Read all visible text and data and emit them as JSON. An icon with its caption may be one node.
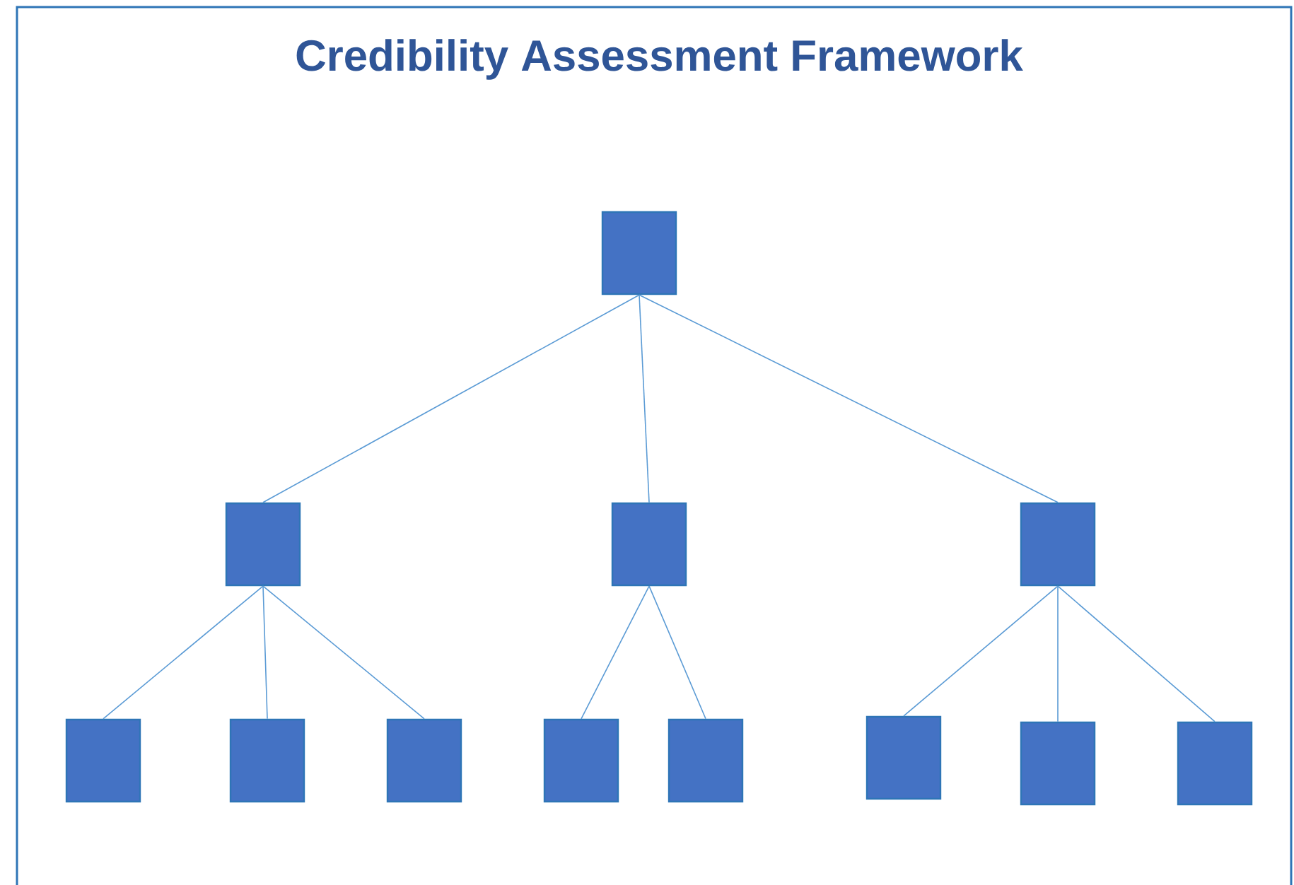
{
  "diagram": {
    "title": "Credibility Assessment Framework",
    "nodes": [
      {
        "text": [],
        "shape": "box"
      },
      {
        "text": [],
        "shape": "box"
      },
      {
        "text": [],
        "shape": "box"
      },
      {
        "text": [],
        "shape": "box"
      },
      {
        "text": [],
        "shape": "box"
      },
      {
        "text": [],
        "shape": "box"
      },
      {
        "text": [],
        "shape": "box"
      },
      {
        "text": [],
        "shape": "box"
      },
      {
        "text": [],
        "shape": "box"
      },
      {
        "text": [],
        "shape": "box"
      },
      {
        "text": [],
        "shape": "box"
      },
      {
        "text": [],
        "shape": "box"
      }
    ],
    "edges": [
      {
        "from": 0,
        "to": 1,
        "arrow": "none"
      },
      {
        "from": 0,
        "to": 2,
        "arrow": "none"
      },
      {
        "from": 0,
        "to": 3,
        "arrow": "none"
      },
      {
        "from": 1,
        "to": 4,
        "arrow": "none"
      },
      {
        "from": 1,
        "to": 5,
        "arrow": "none"
      },
      {
        "from": 1,
        "to": 6,
        "arrow": "none"
      },
      {
        "from": 2,
        "to": 7,
        "arrow": "none"
      },
      {
        "from": 2,
        "to": 8,
        "arrow": "none"
      },
      {
        "from": 3,
        "to": 9,
        "arrow": "none"
      },
      {
        "from": 3,
        "to": 10,
        "arrow": "none"
      },
      {
        "from": 3,
        "to": 11,
        "arrow": "none"
      }
    ]
  }
}
